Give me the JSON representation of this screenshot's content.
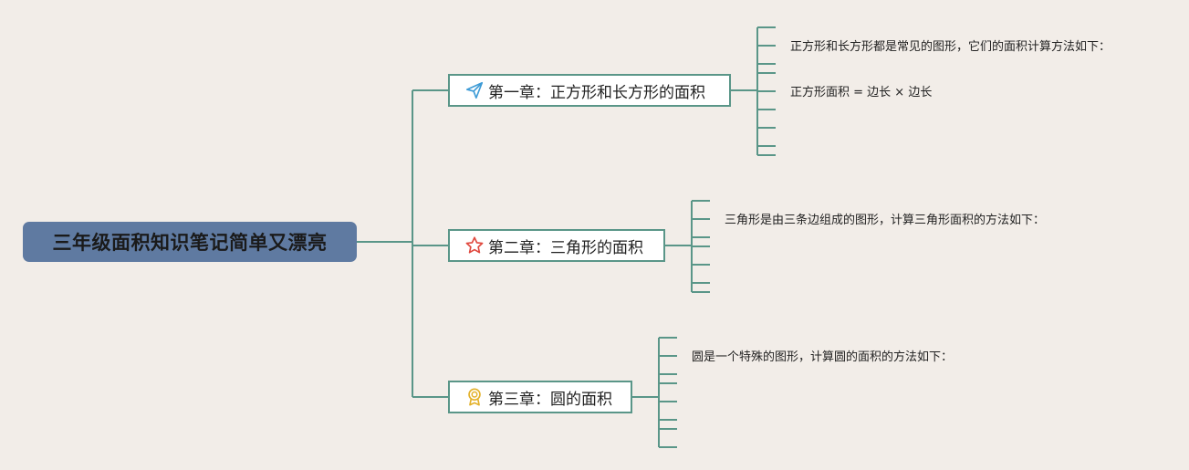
{
  "root": {
    "title": "三年级面积知识笔记简单又漂亮"
  },
  "chapters": [
    {
      "title": "第一章：正方形和长方形的面积",
      "icon": "paper-plane-icon",
      "notes": [
        "正方形和长方形都是常见的图形，它们的面积计算方法如下：",
        "正方形面积 = 边长 × 边长"
      ]
    },
    {
      "title": "第二章：三角形的面积",
      "icon": "star-icon",
      "notes": [
        "三角形是由三条边组成的图形，计算三角形面积的方法如下："
      ]
    },
    {
      "title": "第三章：圆的面积",
      "icon": "award-ribbon-icon",
      "notes": [
        "圆是一个特殊的图形，计算圆的面积的方法如下："
      ]
    }
  ],
  "colors": {
    "background": "#f2ede8",
    "root_fill": "#5f7aa1",
    "connector": "#5a9688",
    "node_fill": "#ffffff"
  }
}
